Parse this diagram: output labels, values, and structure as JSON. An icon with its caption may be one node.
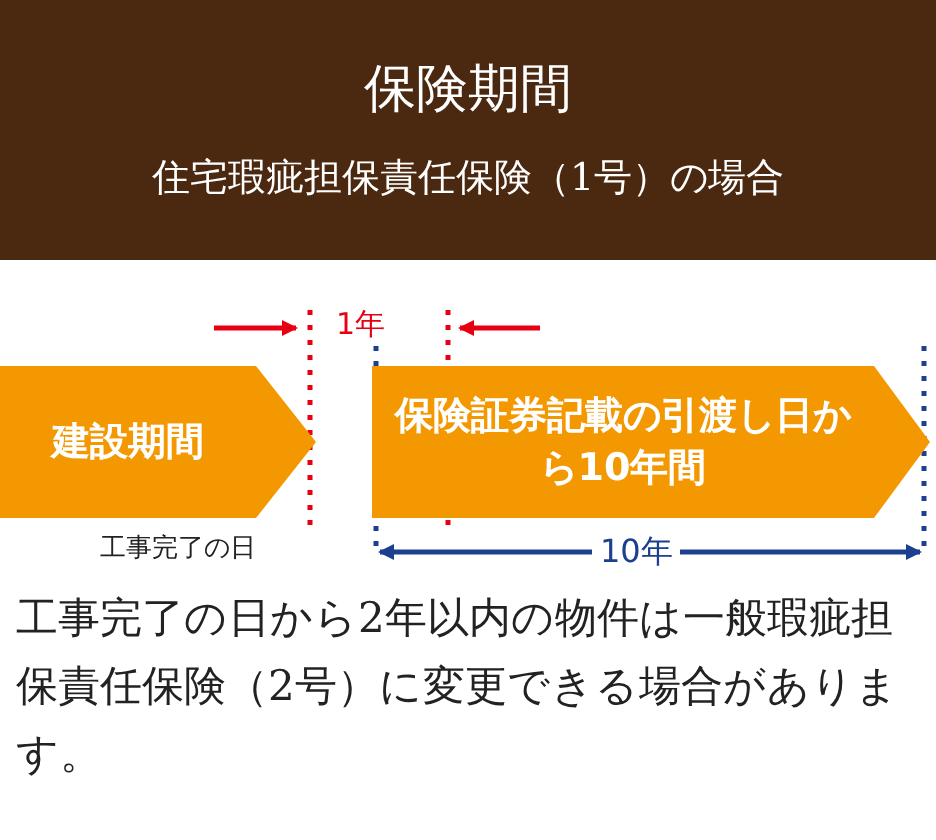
{
  "diagram": {
    "title": "保険期間",
    "caption": "工事完了の日から2年以内の物件は一般瑕疵担保責任保険（2号）に変更できる場合があります。",
    "nodes": [
      {
        "text": [
          "建設期間"
        ]
      },
      {
        "text": [
          "保険証券記載の引渡し日から10年間"
        ]
      }
    ],
    "edges": [],
    "labels": [
      "住宅瑕疵担保責任保険（1号）の場合",
      "1年",
      "工事完了の日",
      "10年"
    ]
  }
}
